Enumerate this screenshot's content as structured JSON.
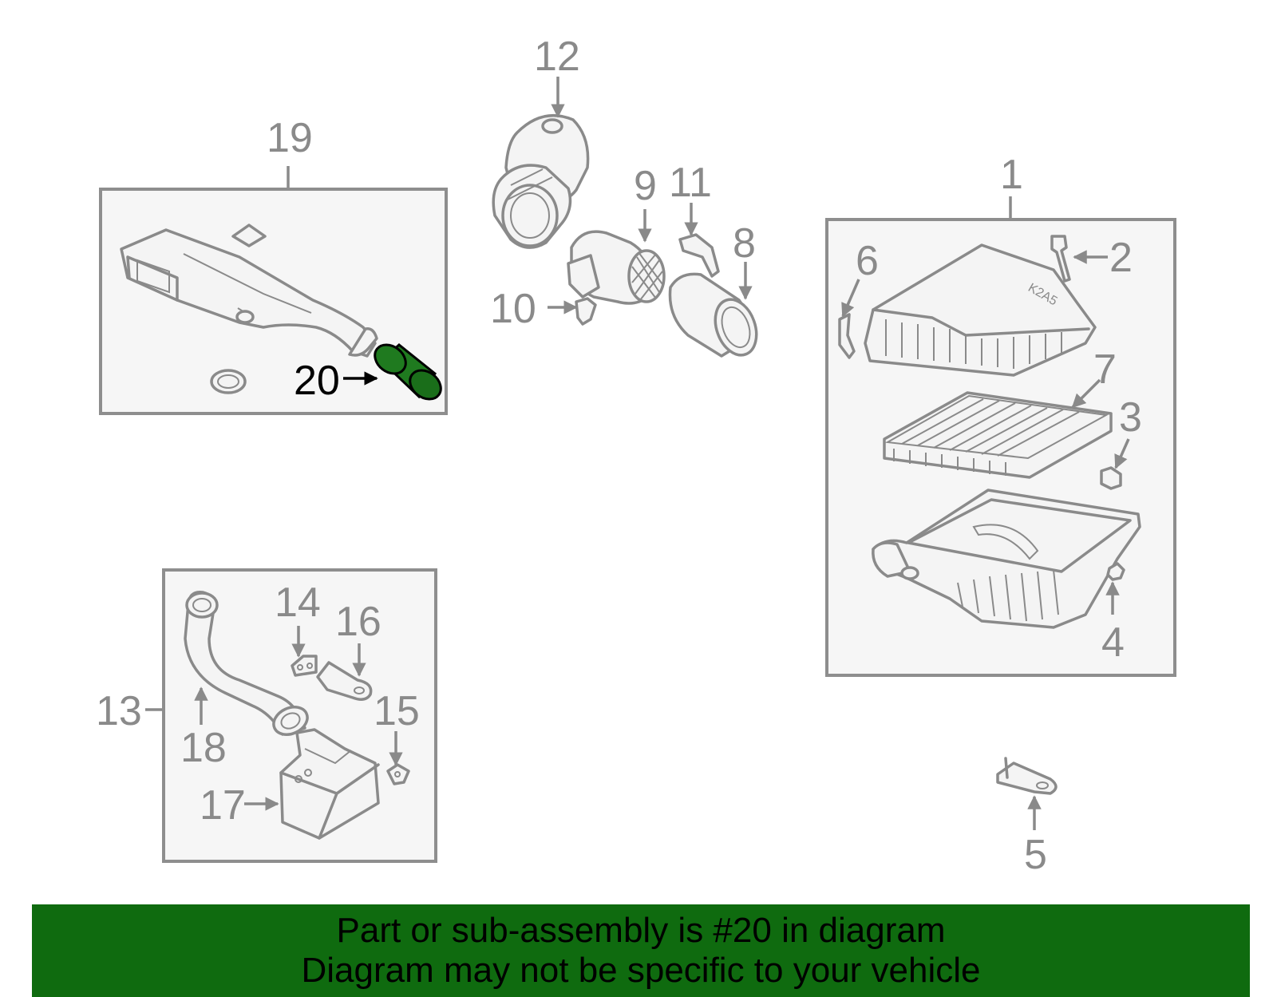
{
  "callouts": {
    "n1": "1",
    "n2": "2",
    "n3": "3",
    "n4": "4",
    "n5": "5",
    "n6": "6",
    "n7": "7",
    "n8": "8",
    "n9": "9",
    "n10": "10",
    "n11": "11",
    "n12": "12",
    "n13": "13",
    "n14": "14",
    "n15": "15",
    "n16": "16",
    "n17": "17",
    "n18": "18",
    "n19": "19",
    "n20": "20"
  },
  "stamp_text": "K2A5",
  "highlighted_part": "20",
  "colors": {
    "highlight": "#0f6b0f",
    "outline": "#8a8a8a",
    "banner": "#0f6b0f"
  },
  "banner": {
    "line1": "Part or sub-assembly is #20 in diagram",
    "line2": "Diagram may not be specific to your vehicle"
  }
}
